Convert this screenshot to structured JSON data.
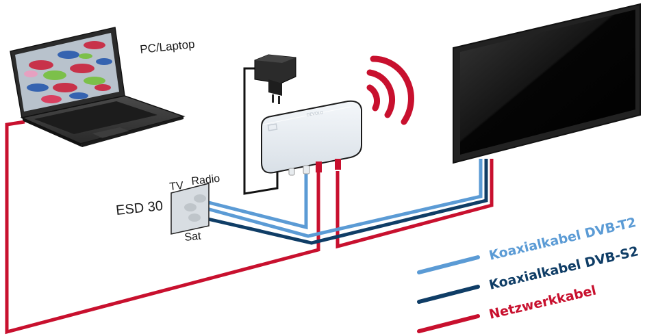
{
  "diagram": {
    "devices": {
      "laptop": {
        "label": "PC/Laptop"
      },
      "wall_socket": {
        "label": "ESD 30",
        "port_tv": "TV",
        "port_radio": "Radio",
        "port_sat": "Sat"
      },
      "router": {
        "brand_text": "DEVOLO"
      },
      "tv": {
        "label": ""
      }
    },
    "legend": [
      {
        "id": "dvb-t2",
        "label": "Koaxialkabel DVB-T2",
        "color": "#5b9bd5"
      },
      {
        "id": "dvb-s2",
        "label": "Koaxialkabel DVB-S2",
        "color": "#0f3d66"
      },
      {
        "id": "network",
        "label": "Netzwerkkabel",
        "color": "#c8102e"
      }
    ],
    "colors": {
      "coax_t2": "#5b9bd5",
      "coax_s2": "#0f3d66",
      "network": "#c8102e",
      "power": "#111111",
      "wifi": "#c8102e"
    }
  }
}
